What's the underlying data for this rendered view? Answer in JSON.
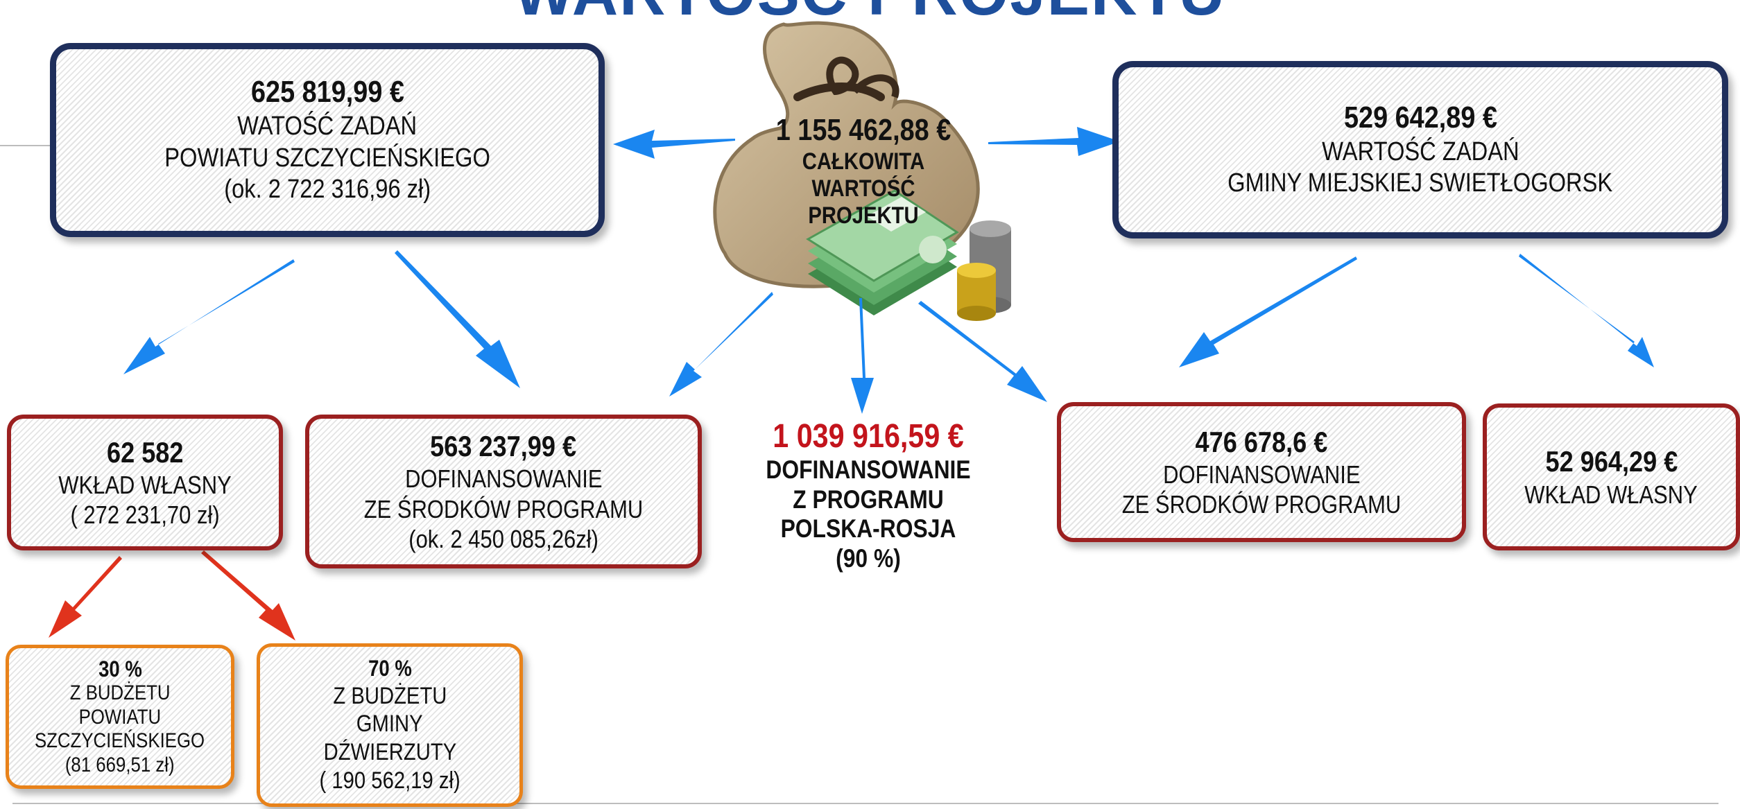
{
  "title": "WARTOŚĆ PROJEKTU",
  "colors": {
    "title": "#1e4f9c",
    "blue_border": "#1f2f5c",
    "red_border": "#9b2020",
    "orange_border": "#e8821a",
    "arrow_blue": "#1a86f0",
    "arrow_red": "#e0331d",
    "highlight_red": "#c3141c"
  },
  "icons": {
    "bag": "money-bag-icon",
    "money": "banknotes-icon",
    "coins": "coins-icon"
  },
  "total": {
    "amount": "1 155 462,88 €",
    "line1": "CAŁKOWITA",
    "line2": "WARTOŚĆ",
    "line3": "PROJEKTU"
  },
  "left_top": {
    "amount": "625 819,99 €",
    "line1": "WATOŚĆ ZADAŃ",
    "line2": "POWIATU SZCZYCIEŃSKIEGO",
    "line3": "(ok. 2 722 316,96 zł)"
  },
  "right_top": {
    "amount": "529 642,89 €",
    "line1": "WARTOŚĆ ZADAŃ",
    "line2": "GMINY MIEJSKIEJ SWIETŁOGORSK"
  },
  "left_own": {
    "amount": "62 582",
    "line1": "WKŁAD WŁASNY",
    "line2": "( 272 231,70 zł)"
  },
  "left_program": {
    "amount": "563 237,99 €",
    "line1": "DOFINANSOWANIE",
    "line2": "ZE ŚRODKÓW PROGRAMU",
    "line3": "(ok. 2 450 085,26zł)"
  },
  "program_total": {
    "amount": "1 039 916,59 €",
    "line1": "DOFINANSOWANIE",
    "line2": "Z PROGRAMU",
    "line3": "POLSKA-ROSJA",
    "line4": "(90 %)"
  },
  "right_program": {
    "amount": "476 678,6 €",
    "line1": "DOFINANSOWANIE",
    "line2": "ZE ŚRODKÓW PROGRAMU"
  },
  "right_own": {
    "amount": "52 964,29 €",
    "line1": "WKŁAD WŁASNY"
  },
  "budget_powiat": {
    "percent": "30 %",
    "line1": "Z BUDŻETU",
    "line2": "POWIATU",
    "line3": "SZCZYCIEŃSKIEGO",
    "line4": "(81 669,51 zł)"
  },
  "budget_gmina": {
    "percent": "70 %",
    "line1": "Z BUDŻETU",
    "line2": "GMINY",
    "line3": "DŹWIERZUTY",
    "line4": "( 190 562,19 zł)"
  }
}
